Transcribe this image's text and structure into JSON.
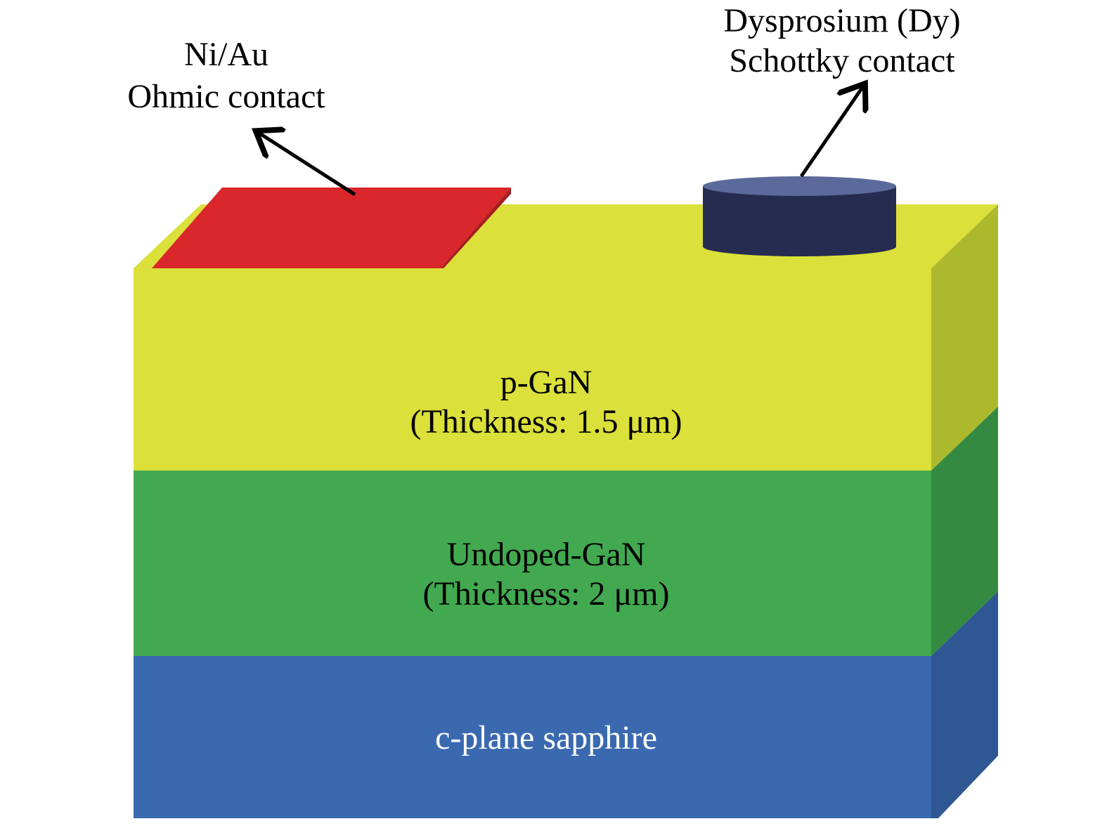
{
  "contacts": {
    "ohmic": {
      "material": "Ni/Au",
      "type": "Ohmic contact",
      "color": "#d9272b"
    },
    "schottky": {
      "material": "Dysprosium (Dy)",
      "type": "Schottky contact",
      "color": "#262c4f"
    }
  },
  "layers": [
    {
      "name": "p-GaN",
      "thickness_label": "(Thickness: 1.5 μm)",
      "color": "#dbe03a"
    },
    {
      "name": "Undoped-GaN",
      "thickness_label": "(Thickness: 2 μm)",
      "color": "#42a951"
    },
    {
      "name": "c-plane sapphire",
      "thickness_label": "",
      "color": "#3a69b0"
    }
  ]
}
